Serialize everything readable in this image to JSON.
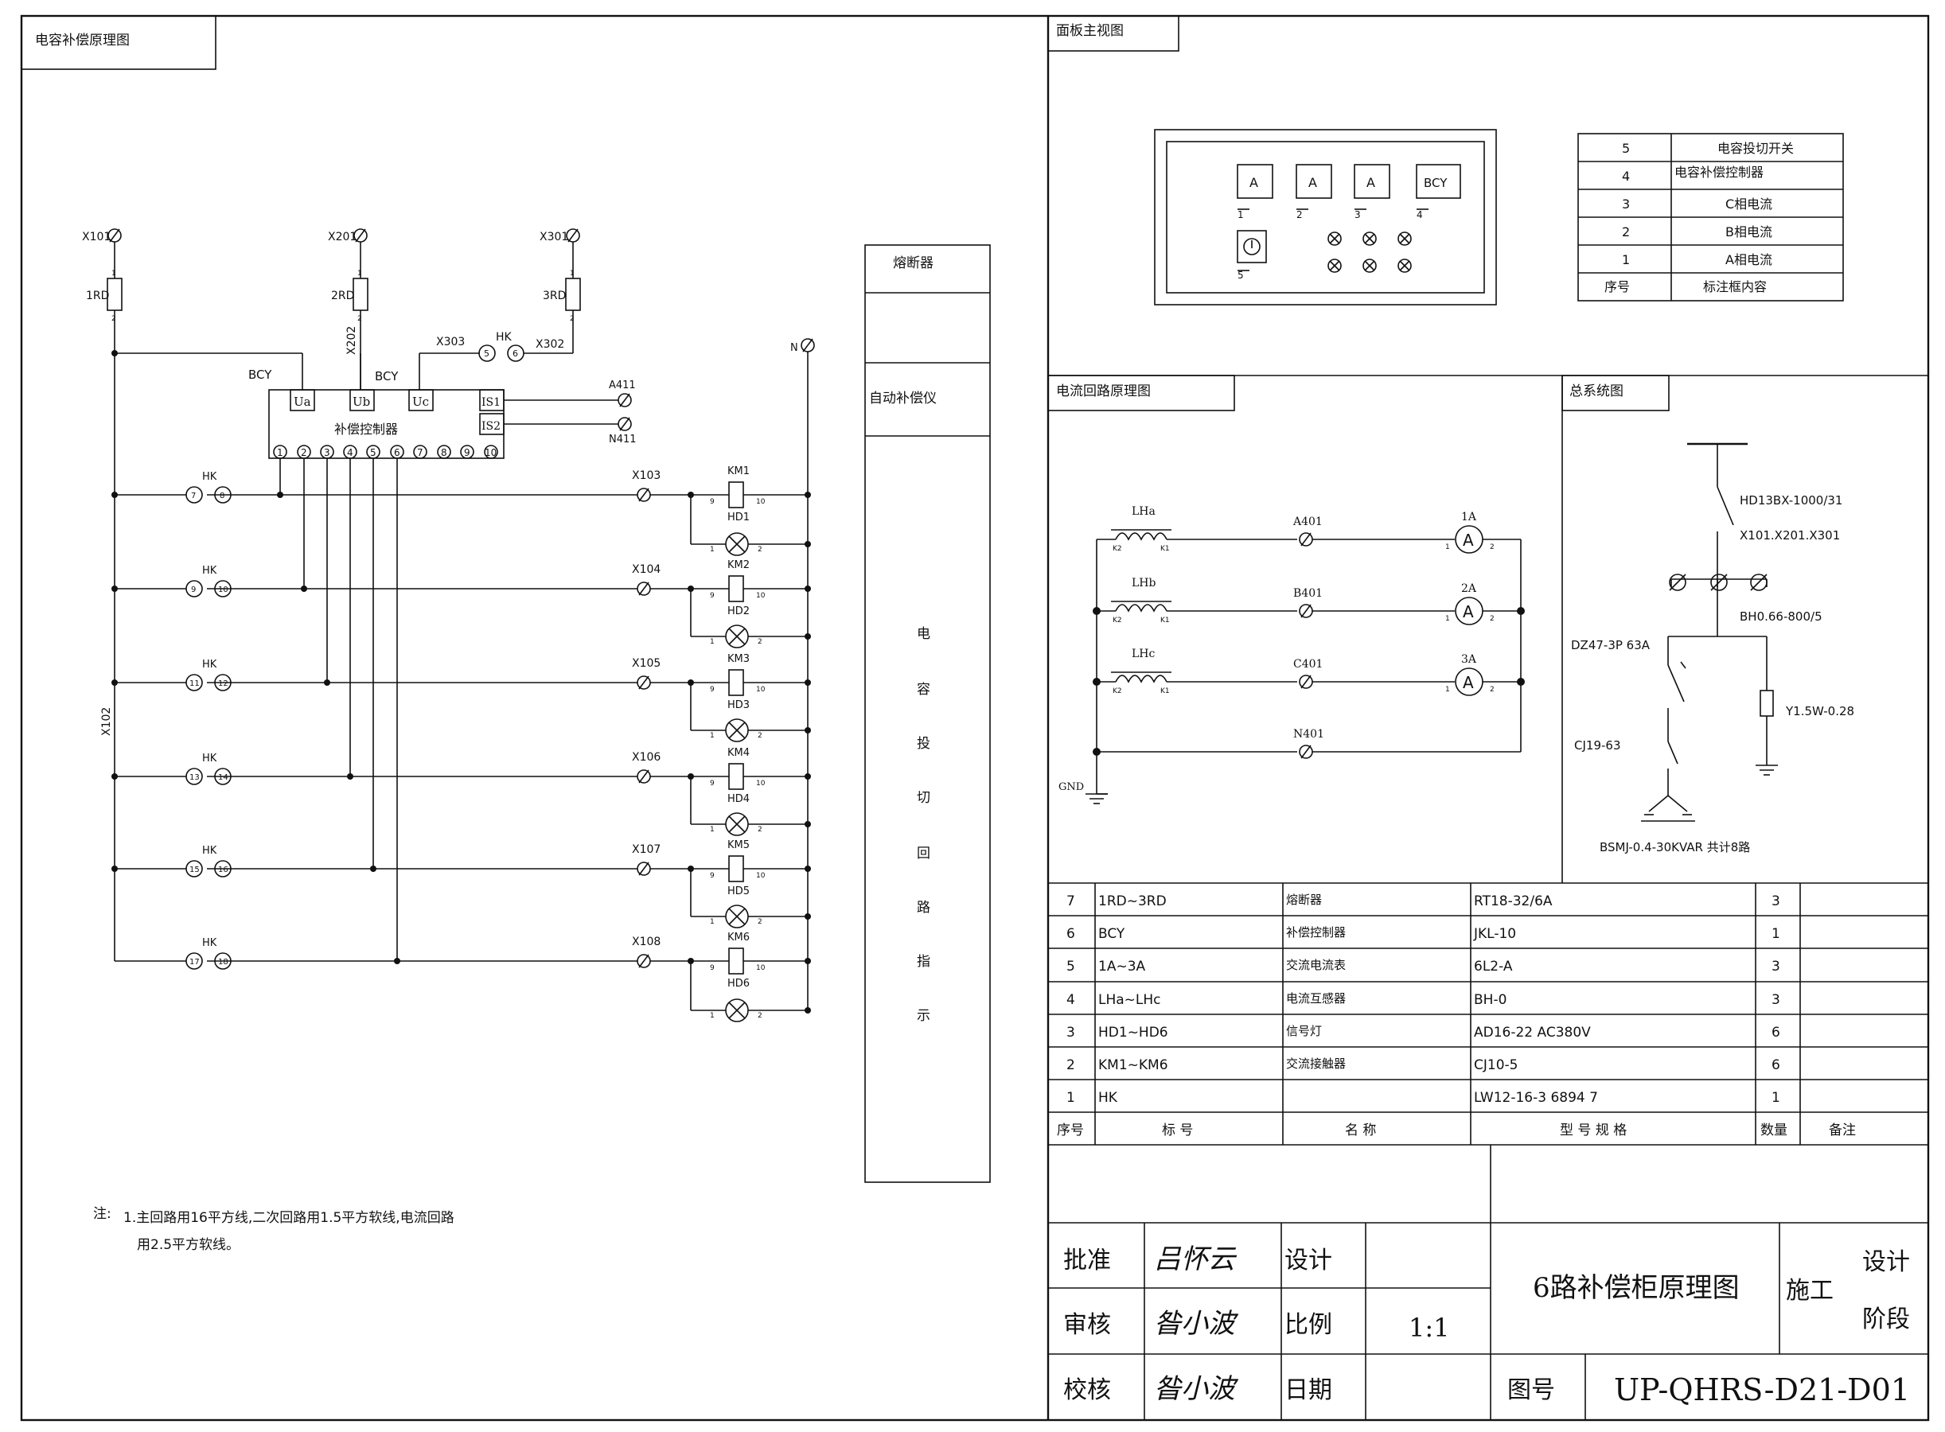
{
  "left": {
    "title": "电容补偿原理图",
    "terminals": {
      "x101": "X101",
      "x201": "X201",
      "x301": "X301",
      "rd1": "1RD",
      "rd2": "2RD",
      "rd3": "3RD",
      "x202": "X202",
      "x303": "X303",
      "x302": "X302",
      "x102": "X102",
      "a411": "A411",
      "n411": "N411",
      "n": "N",
      "pin1": "1",
      "pin2": "2",
      "hk": "HK",
      "h5": "5",
      "h6": "6",
      "bcy1": "BCY",
      "bcy2": "BCY"
    },
    "controller": {
      "name": "补偿控制器",
      "ua": "Ua",
      "ub": "Ub",
      "uc": "Uc",
      "is1": "IS1",
      "is2": "IS2",
      "pins": [
        "1",
        "2",
        "3",
        "4",
        "5",
        "6",
        "7",
        "8",
        "9",
        "10"
      ]
    },
    "branches": [
      {
        "hk": "HK",
        "a": "7",
        "b": "8",
        "x": "X103",
        "km": "KM1",
        "hd": "HD1"
      },
      {
        "hk": "HK",
        "a": "9",
        "b": "10",
        "x": "X104",
        "km": "KM2",
        "hd": "HD2"
      },
      {
        "hk": "HK",
        "a": "11",
        "b": "12",
        "x": "X105",
        "km": "KM3",
        "hd": "HD3"
      },
      {
        "hk": "HK",
        "a": "13",
        "b": "14",
        "x": "X106",
        "km": "KM4",
        "hd": "HD4"
      },
      {
        "hk": "HK",
        "a": "15",
        "b": "16",
        "x": "X107",
        "km": "KM5",
        "hd": "HD5"
      },
      {
        "hk": "HK",
        "a": "17",
        "b": "18",
        "x": "X108",
        "km": "KM6",
        "hd": "HD6"
      }
    ],
    "pinlabels": {
      "p9": "9",
      "p10": "10",
      "p1": "1",
      "p2": "2"
    },
    "function_column": {
      "fuse": "熔断器",
      "auto": "自动补偿仪",
      "vertical": [
        "电",
        "容",
        "投",
        "切",
        "回",
        "路",
        "指",
        "示"
      ]
    },
    "notes": [
      "注:",
      "1.主回路用16平方线,二次回路用1.5平方软线,电流回路",
      "用2.5平方软线。"
    ]
  },
  "panel": {
    "title": "面板主视图",
    "meters": [
      "A",
      "A",
      "A",
      "BCY"
    ],
    "meter_nums": [
      "1",
      "2",
      "3",
      "4"
    ],
    "switch_num": "5",
    "legend": [
      {
        "no": "5",
        "text": "电容投切开关"
      },
      {
        "no": "4",
        "text": "电容补偿控制器"
      },
      {
        "no": "3",
        "text": "C相电流"
      },
      {
        "no": "2",
        "text": "B相电流"
      },
      {
        "no": "1",
        "text": "A相电流"
      },
      {
        "no": "序号",
        "text": "标注框内容"
      }
    ]
  },
  "current": {
    "title": "电流回路原理图",
    "cts": [
      "LHa",
      "LHb",
      "LHc"
    ],
    "k2": "K2",
    "k1": "K1",
    "wires": [
      "A401",
      "B401",
      "C401",
      "N401"
    ],
    "ammeters": [
      "1A",
      "2A",
      "3A"
    ],
    "a": "A",
    "p1": "1",
    "p2": "2",
    "gnd": "GND"
  },
  "system": {
    "title": "总系统图",
    "hd13": "HD13BX-1000/31",
    "x101": "X101.X201.X301",
    "bh": "BH0.66-800/5",
    "dz": "DZ47-3P 63A",
    "y15": "Y1.5W-0.28",
    "cj": "CJ19-63",
    "bsmj": "BSMJ-0.4-30KVAR 共计8路"
  },
  "bom": {
    "rows": [
      [
        "7",
        "1RD~3RD",
        "熔断器",
        "RT18-32/6A",
        "3",
        ""
      ],
      [
        "6",
        "BCY",
        "补偿控制器",
        "JKL-10",
        "1",
        ""
      ],
      [
        "5",
        "1A~3A",
        "交流电流表",
        "6L2-A",
        "3",
        ""
      ],
      [
        "4",
        "LHa~LHc",
        "电流互感器",
        "BH-0",
        "3",
        ""
      ],
      [
        "3",
        "HD1~HD6",
        "信号灯",
        "AD16-22 AC380V",
        "6",
        ""
      ],
      [
        "2",
        "KM1~KM6",
        "交流接触器",
        "CJ10-5",
        "6",
        ""
      ],
      [
        "1",
        "HK",
        "",
        "LW12-16-3 6894 7",
        "1",
        ""
      ]
    ],
    "header": [
      "序号",
      "标  号",
      "名  称",
      "型 号 规 格",
      "数量",
      "备注"
    ]
  },
  "titleblock": {
    "approve": "批准",
    "review": "审核",
    "check": "校核",
    "design": "设计",
    "scale": "比例",
    "date": "日期",
    "scale_val": "1:1",
    "drawing_title": "6路补偿柜原理图",
    "stage1": "施工",
    "stage2": "设计",
    "stage3": "阶段",
    "dwg_no_label": "图号",
    "dwg_no": "UP-QHRS-D21-D01",
    "sig_approve": "吕怀云",
    "sig_review": "昝小波",
    "sig_check": "昝小波"
  }
}
